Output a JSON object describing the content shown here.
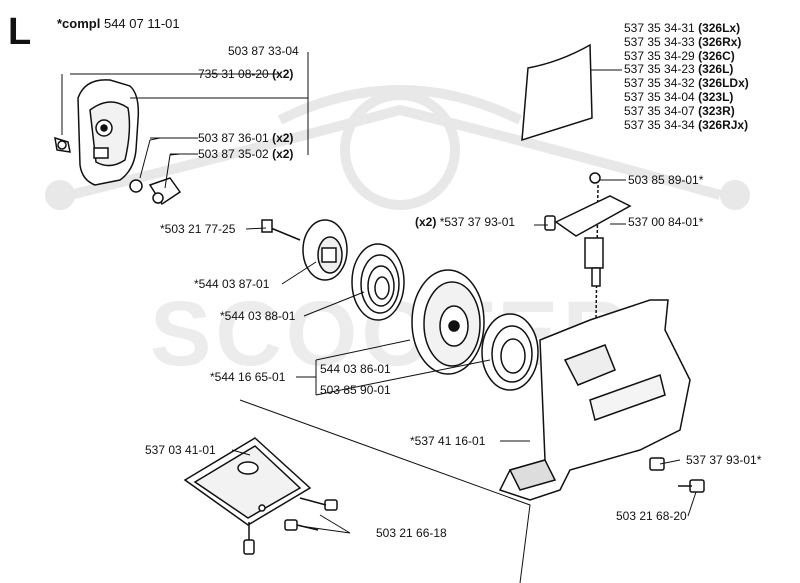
{
  "section": {
    "letter": "L"
  },
  "compl": {
    "prefix": "*compl",
    "number": "544 07 11-01"
  },
  "models": [
    {
      "part": "537 35 34-31",
      "code": "(326Lx)"
    },
    {
      "part": "537 35 34-33",
      "code": "(326Rx)"
    },
    {
      "part": "537 35 34-29",
      "code": "(326C)"
    },
    {
      "part": "537 35 34-23",
      "code": "(326L)"
    },
    {
      "part": "537 35 34-32",
      "code": "(326LDx)"
    },
    {
      "part": "537 35 34-04",
      "code": "(323L)"
    },
    {
      "part": "537 35 34-07",
      "code": "(323R)"
    },
    {
      "part": "537 35 34-34",
      "code": "(326RJx)"
    }
  ],
  "labels": {
    "p503873304": {
      "text": "503 87 33-04"
    },
    "p735310820": {
      "text": "735 31 08-20",
      "qty": "(x2)"
    },
    "p503873601": {
      "text": "503 87 36-01",
      "qty": "(x2)"
    },
    "p503873502": {
      "text": "503 87 35-02",
      "qty": "(x2)"
    },
    "p503217725": {
      "text": "*503 21 77-25"
    },
    "p544038701": {
      "text": "*544 03 87-01"
    },
    "p544038801": {
      "text": "*544 03 88-01"
    },
    "p544166501": {
      "text": "*544 16 65-01"
    },
    "p544038601": {
      "text": "544 03 86-01"
    },
    "p503859001": {
      "text": "503 85 90-01"
    },
    "p537379301a": {
      "qty": "(x2)",
      "text": "*537 37 93-01"
    },
    "p503858901": {
      "text": "503 85 89-01*"
    },
    "p537008401": {
      "text": "537 00 84-01*"
    },
    "p537034101": {
      "text": "537 03 41-01"
    },
    "p537411601": {
      "text": "*537 41 16-01"
    },
    "p537379301b": {
      "text": "537 37 93-01*"
    },
    "p503216618": {
      "text": "503 21 66-18"
    },
    "p503216820": {
      "text": "503 21 68-20"
    }
  },
  "watermark": {
    "text": "SCOOTER"
  },
  "colors": {
    "ink": "#111111",
    "watermark": "#e6e6e6"
  }
}
